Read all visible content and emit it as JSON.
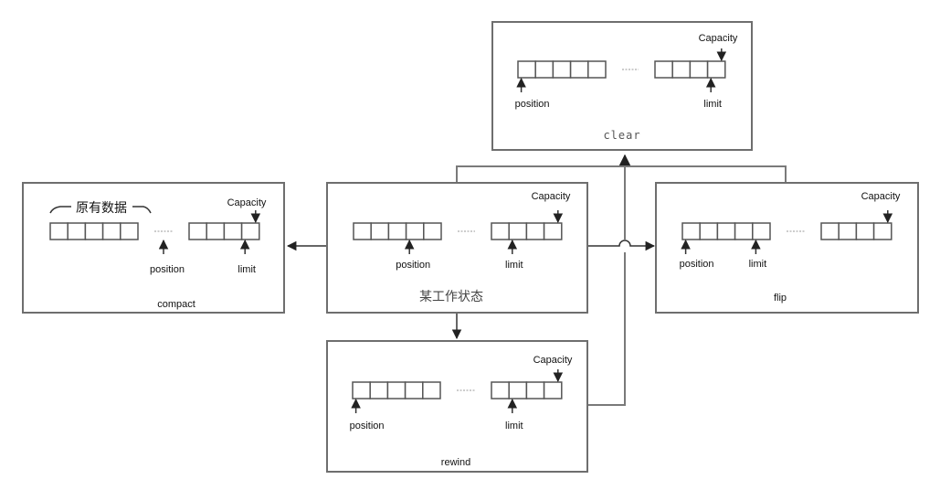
{
  "diagram": {
    "description": "Java NIO Buffer state transitions",
    "states": {
      "current": {
        "title": "某工作状态",
        "capacity_label": "Capacity",
        "position_label": "position",
        "limit_label": "limit"
      },
      "clear": {
        "title": "clear",
        "capacity_label": "Capacity",
        "position_label": "position",
        "limit_label": "limit"
      },
      "compact": {
        "title": "compact",
        "capacity_label": "Capacity",
        "position_label": "position",
        "limit_label": "limit",
        "existing_data_label": "原有数据"
      },
      "flip": {
        "title": "flip",
        "capacity_label": "Capacity",
        "position_label": "position",
        "limit_label": "limit"
      },
      "rewind": {
        "title": "rewind",
        "capacity_label": "Capacity",
        "position_label": "position",
        "limit_label": "limit"
      }
    },
    "buffer_cells": {
      "left_group": 5,
      "right_group": 4
    },
    "pointers": {
      "current": {
        "position_cell": 4,
        "limit_cell": 7,
        "capacity_cell": 9
      },
      "clear": {
        "position_cell": 1,
        "limit_cell": 9,
        "capacity_cell": 9
      },
      "compact": {
        "position_cell": "gap",
        "limit_cell": 9,
        "capacity_cell": 9
      },
      "flip": {
        "position_cell": 1,
        "limit_cell": 5,
        "capacity_cell": 9
      },
      "rewind": {
        "position_cell": 1,
        "limit_cell": 7,
        "capacity_cell": 9
      }
    },
    "transitions": [
      {
        "from": "current",
        "to": "compact"
      },
      {
        "from": "current",
        "to": "flip"
      },
      {
        "from": "current",
        "to": "rewind"
      },
      {
        "from": "current",
        "to": "clear"
      },
      {
        "from": "flip",
        "to": "clear"
      },
      {
        "from": "rewind",
        "to": "clear"
      }
    ]
  }
}
